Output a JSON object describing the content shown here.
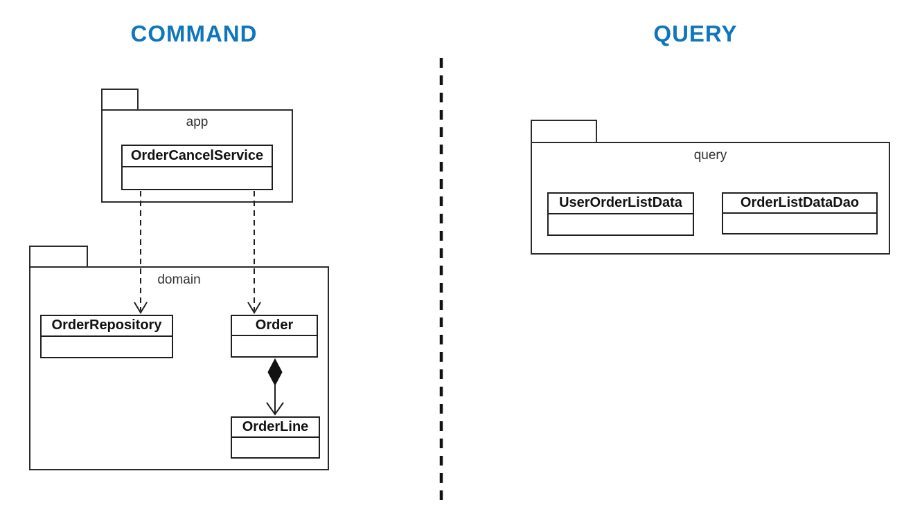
{
  "sections": {
    "command": {
      "title": "COMMAND"
    },
    "query": {
      "title": "QUERY"
    }
  },
  "packages": {
    "app": {
      "label": "app",
      "classes": [
        {
          "name": "OrderCancelService"
        }
      ]
    },
    "domain": {
      "label": "domain",
      "classes": [
        {
          "name": "OrderRepository"
        },
        {
          "name": "Order"
        },
        {
          "name": "OrderLine"
        }
      ]
    },
    "query": {
      "label": "query",
      "classes": [
        {
          "name": "UserOrderListData"
        },
        {
          "name": "OrderListDataDao"
        }
      ]
    }
  },
  "relationships": [
    {
      "type": "dependency",
      "from": "OrderCancelService",
      "to": "OrderRepository",
      "line": "dashed",
      "arrow": "open"
    },
    {
      "type": "dependency",
      "from": "OrderCancelService",
      "to": "Order",
      "line": "dashed",
      "arrow": "open"
    },
    {
      "type": "composition",
      "from": "Order",
      "to": "OrderLine",
      "line": "solid",
      "source_marker": "filled-diamond",
      "arrow": "open"
    }
  ],
  "divider": {
    "style": "vertical-dashed"
  },
  "colors": {
    "title_accent": "#0F76BC",
    "line": "#2b2b2b",
    "background": "#FFFFFF"
  }
}
